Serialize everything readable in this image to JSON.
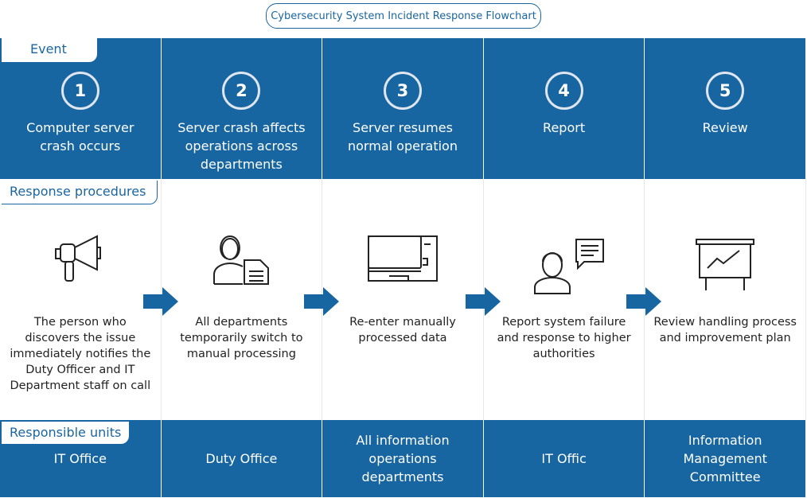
{
  "title": "Cybersecurity System Incident Response Flowchart",
  "labels": {
    "event": "Event",
    "response": "Response procedures",
    "units": "Responsible units"
  },
  "colors": {
    "primary": "#1765a1"
  },
  "steps": [
    {
      "num": "1",
      "event": "Computer server crash occurs",
      "icon": "megaphone-icon",
      "response": "The person who discovers the issue immediately notifies the Duty Officer and IT Department staff on call",
      "unit": "IT Office"
    },
    {
      "num": "2",
      "event": "Server crash affects operations across departments",
      "icon": "person-document-icon",
      "response": "All departments temporarily switch to manual processing",
      "unit": "Duty Office"
    },
    {
      "num": "3",
      "event": "Server resumes normal operation",
      "icon": "desktop-computer-icon",
      "response": "Re-enter manually processed data",
      "unit": "All information operations departments"
    },
    {
      "num": "4",
      "event": "Report",
      "icon": "person-speech-icon",
      "response": "Report system failure and response to higher authorities",
      "unit": "IT Offic"
    },
    {
      "num": "5",
      "event": "Review",
      "icon": "presentation-chart-icon",
      "response": "Review handling process and improvement plan",
      "unit": "Information Management Committee"
    }
  ]
}
